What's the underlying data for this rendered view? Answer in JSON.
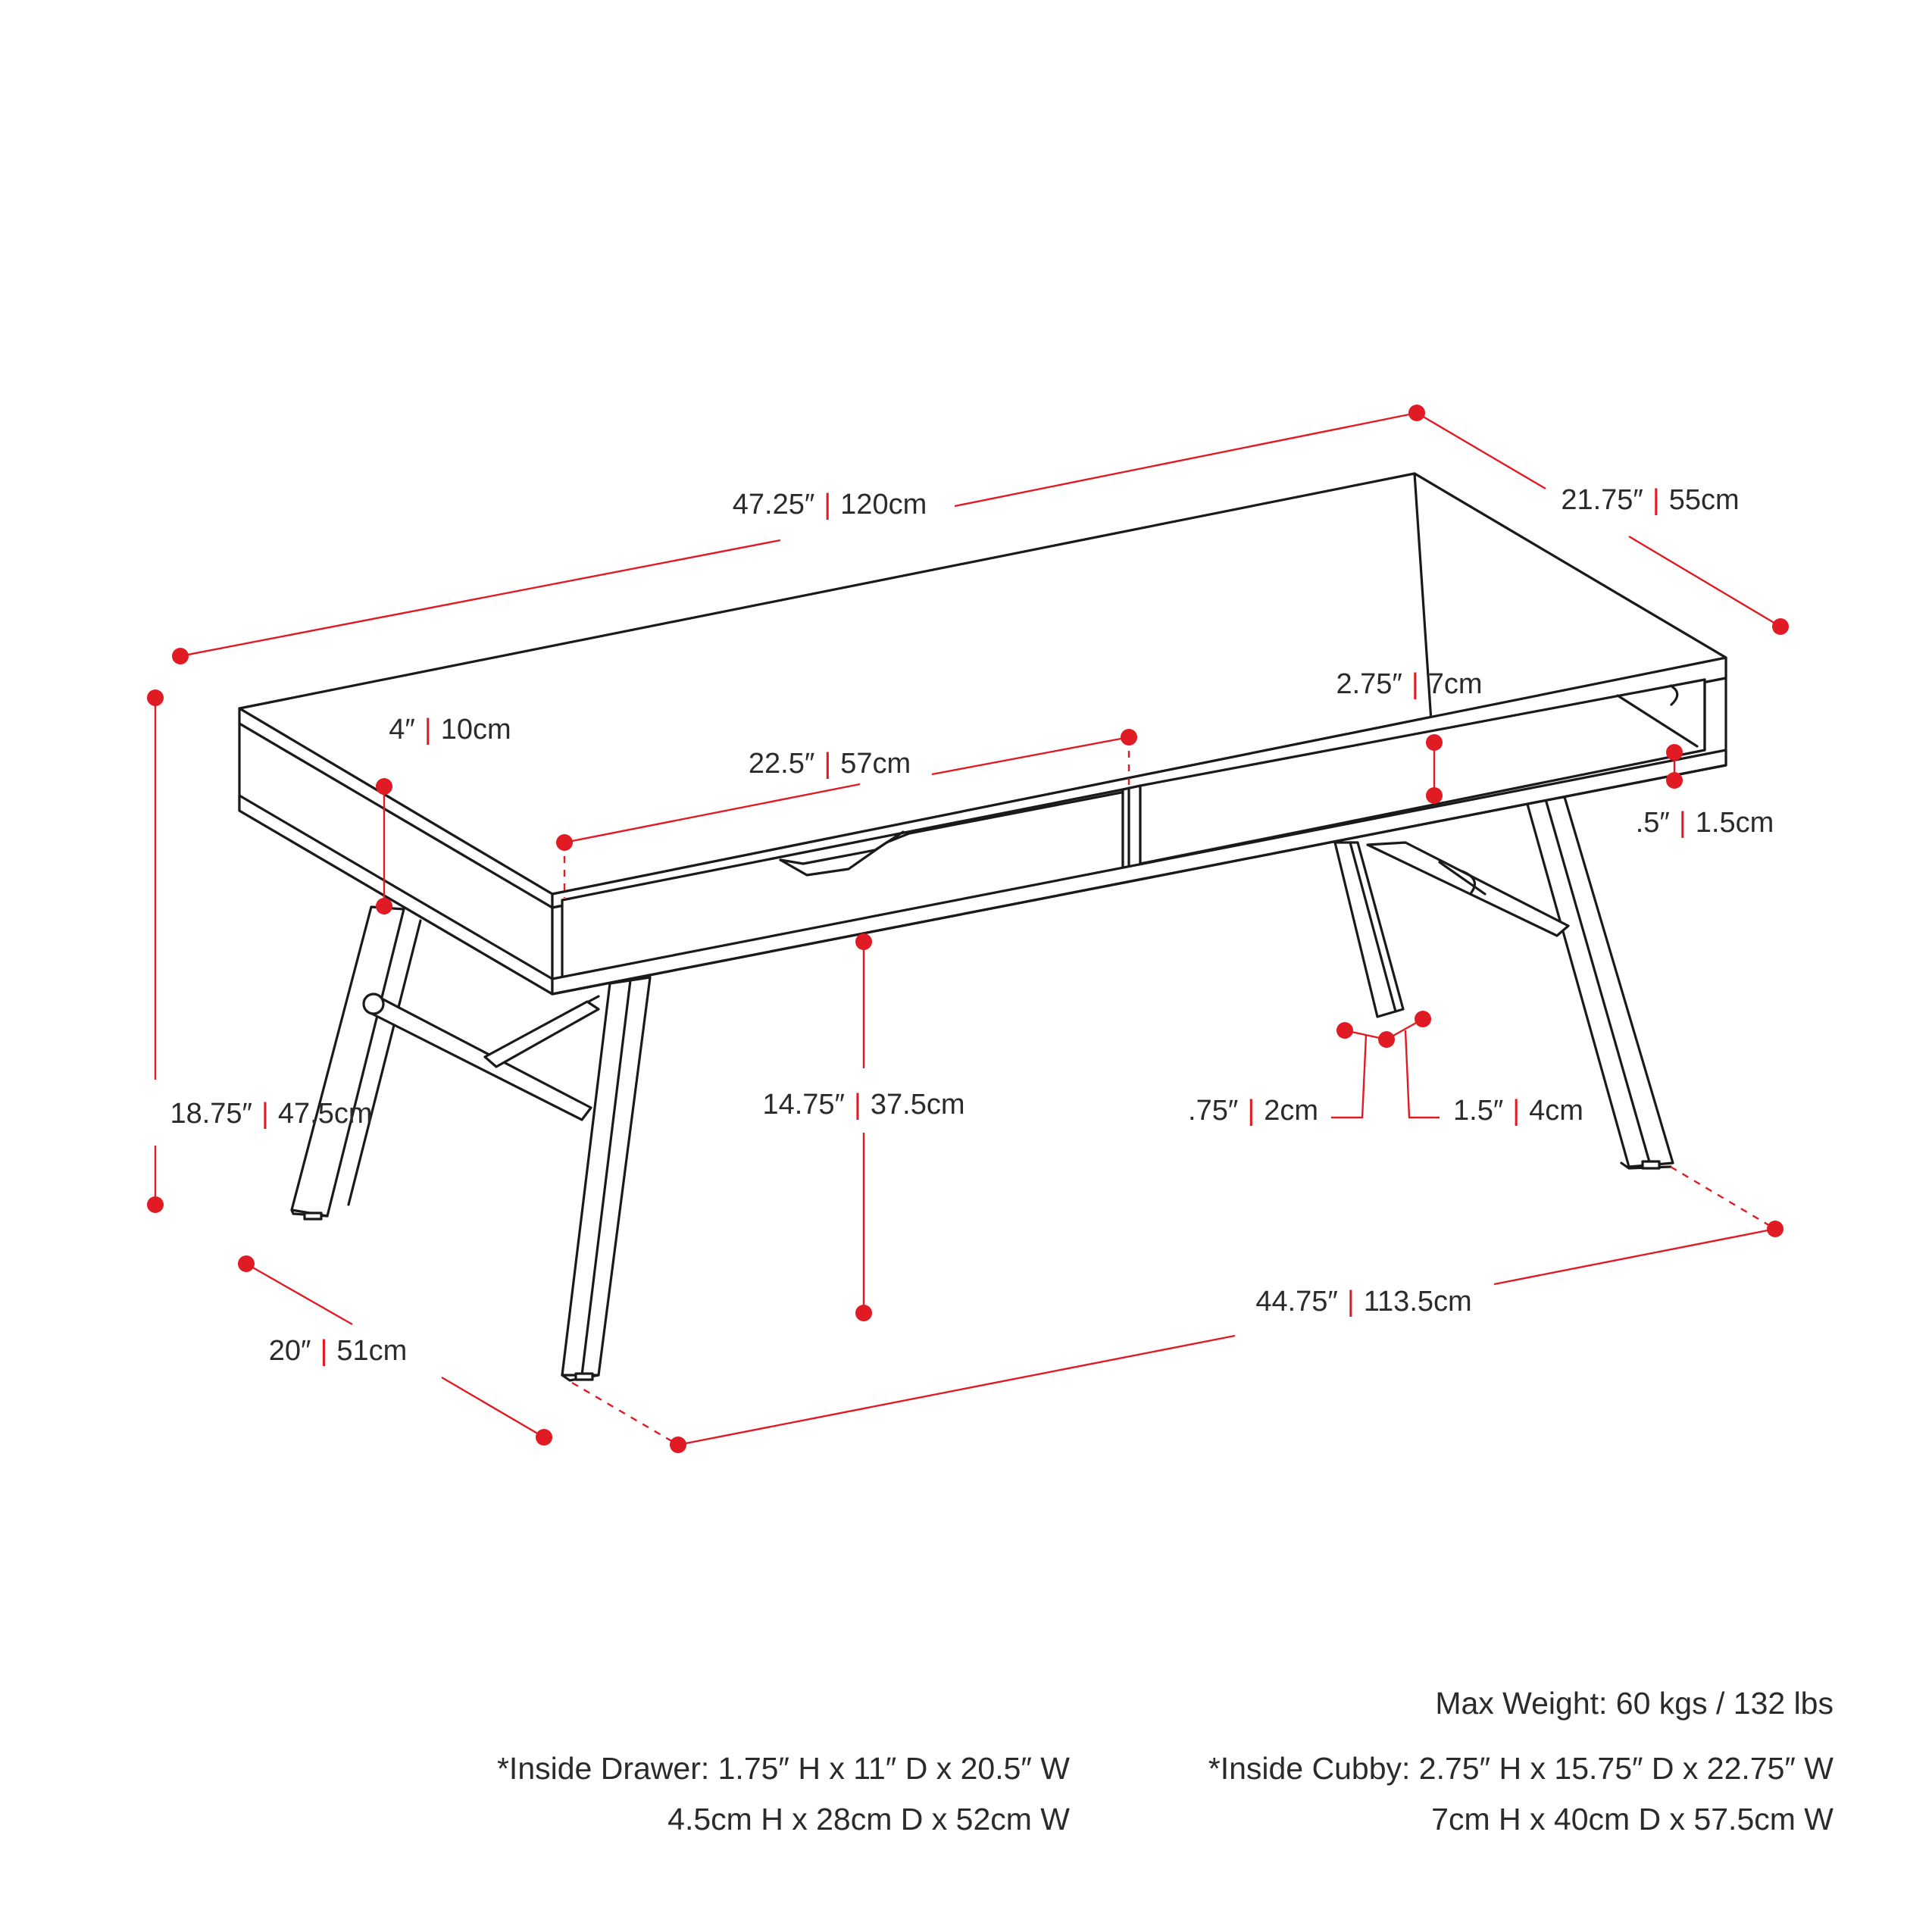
{
  "colors": {
    "dimension": "#e01b24",
    "outline": "#1a1a1a",
    "text": "#2b2b2b",
    "background": "#ffffff"
  },
  "dimensions": {
    "top_length": {
      "imperial": "47.25″",
      "metric": "120cm"
    },
    "top_depth": {
      "imperial": "21.75″",
      "metric": "55cm"
    },
    "apron_height": {
      "imperial": "4″",
      "metric": "10cm"
    },
    "drawer_width": {
      "imperial": "22.5″",
      "metric": "57cm"
    },
    "cubby_height": {
      "imperial": "2.75″",
      "metric": "7cm"
    },
    "shelf_thickness": {
      "imperial": ".5″",
      "metric": "1.5cm"
    },
    "total_height": {
      "imperial": "18.75″",
      "metric": "47.5cm"
    },
    "clearance_height": {
      "imperial": "14.75″",
      "metric": "37.5cm"
    },
    "leg_thickness": {
      "imperial": ".75″",
      "metric": "2cm"
    },
    "leg_width": {
      "imperial": "1.5″",
      "metric": "4cm"
    },
    "base_depth": {
      "imperial": "20″",
      "metric": "51cm"
    },
    "base_length": {
      "imperial": "44.75″",
      "metric": "113.5cm"
    }
  },
  "separator": "|",
  "notes": {
    "max_weight": "Max Weight: 60 kgs / 132 lbs",
    "drawer_line1": "*Inside Drawer: 1.75″ H x 11″ D x 20.5″ W",
    "drawer_line2": "4.5cm H x 28cm D x 52cm W",
    "cubby_line1": "*Inside Cubby: 2.75″ H x 15.75″ D x 22.75″ W",
    "cubby_line2": "7cm H x 40cm D x 57.5cm W"
  }
}
